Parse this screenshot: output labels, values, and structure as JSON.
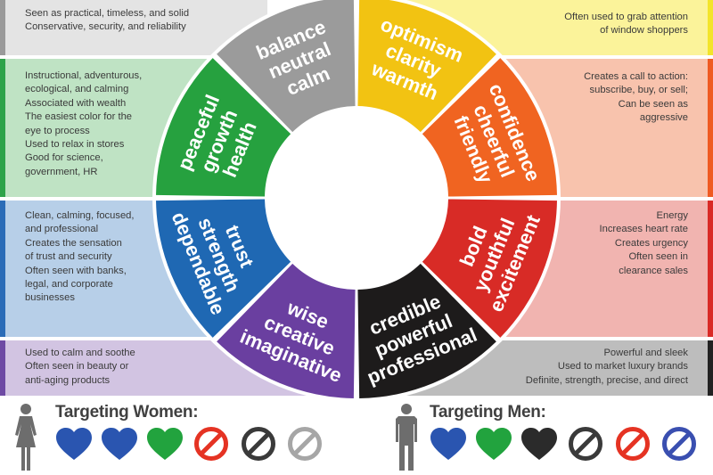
{
  "panels": {
    "gray": {
      "color": "#e4e4e4",
      "bar": "#9a9a9a",
      "lines": [
        "Seen as practical, timeless, and solid",
        "Conservative, security, and reliability"
      ]
    },
    "yellow": {
      "color": "#fbf39a",
      "bar": "#f3e42a",
      "lines": [
        "Often used to grab attention",
        "of window shoppers"
      ]
    },
    "green": {
      "color": "#bfe3c4",
      "bar": "#2ea34a",
      "lines": [
        "Instructional, adventurous,",
        "ecological, and calming",
        "Associated with wealth",
        "The easiest color for the",
        "eye to process",
        "Used to relax in stores",
        "Good for science,",
        "government, HR"
      ]
    },
    "orange": {
      "color": "#f8c3ad",
      "bar": "#ef5a22",
      "lines": [
        "Creates a call to action:",
        "subscribe, buy, or sell;",
        "Can be seen as",
        "aggressive"
      ]
    },
    "blue": {
      "color": "#b7cfe8",
      "bar": "#2b6cb7",
      "lines": [
        "Clean, calming, focused,",
        "and professional",
        "Creates the sensation",
        "of trust and security",
        "Often seen with banks,",
        "legal, and corporate",
        "businesses"
      ]
    },
    "red": {
      "color": "#f1b4b0",
      "bar": "#d92a26",
      "lines": [
        "Energy",
        "Increases heart rate",
        "Creates urgency",
        "Often seen in",
        "clearance sales"
      ]
    },
    "purple": {
      "color": "#d2c4e2",
      "bar": "#6e4aa4",
      "lines": [
        "Used to calm and soothe",
        "Often seen in beauty or",
        "anti-aging products"
      ]
    },
    "black": {
      "color": "#bdbdbd",
      "bar": "#222222",
      "lines": [
        "Powerful and sleek",
        "Used to market luxury brands",
        "Definite, strength, precise, and direct"
      ]
    }
  },
  "wheel": {
    "segments": [
      {
        "name": "yellow",
        "color": "#f2c312",
        "words": [
          "optimism",
          "clarity",
          "warmth"
        ]
      },
      {
        "name": "orange",
        "color": "#f06421",
        "words": [
          "confidence",
          "cheerful",
          "friendly"
        ]
      },
      {
        "name": "red",
        "color": "#d82b26",
        "words": [
          "bold",
          "youthful",
          "excitement"
        ]
      },
      {
        "name": "black",
        "color": "#1d1b1b",
        "words": [
          "credible",
          "powerful",
          "professional"
        ]
      },
      {
        "name": "purple",
        "color": "#6a3fa0",
        "words": [
          "wise",
          "creative",
          "imaginative"
        ]
      },
      {
        "name": "blue",
        "color": "#1f68b3",
        "words": [
          "trust",
          "strength",
          "dependable"
        ]
      },
      {
        "name": "green",
        "color": "#26a13f",
        "words": [
          "peaceful",
          "growth",
          "health"
        ]
      },
      {
        "name": "gray",
        "color": "#9b9b9b",
        "words": [
          "balance",
          "neutral",
          "calm"
        ]
      }
    ]
  },
  "legend": {
    "women": {
      "title": "Targeting Women:",
      "items": [
        {
          "type": "heart",
          "color": "#2a55b0"
        },
        {
          "type": "heart",
          "color": "#2a55b0"
        },
        {
          "type": "heart",
          "color": "#22a33e"
        },
        {
          "type": "no",
          "color": "#e53323"
        },
        {
          "type": "no",
          "color": "#3a3a3a"
        },
        {
          "type": "no",
          "color": "#a6a6a6"
        }
      ]
    },
    "men": {
      "title": "Targeting Men:",
      "items": [
        {
          "type": "heart",
          "color": "#2a55b0"
        },
        {
          "type": "heart",
          "color": "#22a33e"
        },
        {
          "type": "heart",
          "color": "#2b2b2b"
        },
        {
          "type": "no",
          "color": "#3a3a3a"
        },
        {
          "type": "no",
          "color": "#e53323"
        },
        {
          "type": "no",
          "color": "#3a4fb0"
        }
      ]
    }
  }
}
